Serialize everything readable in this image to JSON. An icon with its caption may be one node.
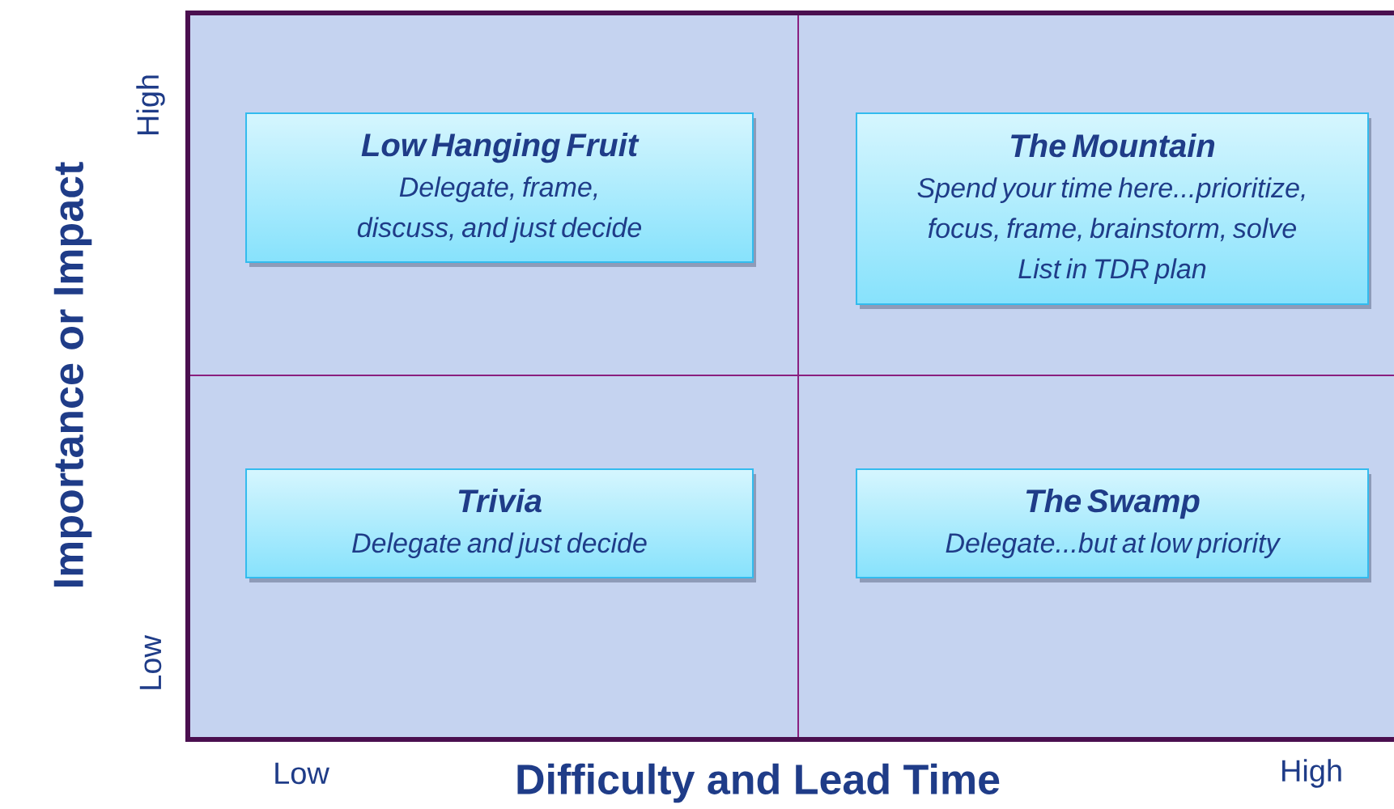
{
  "diagram": {
    "nodes": [
      {
        "text": [
          "Low Hanging Fruit",
          "Delegate, frame, discuss, and just decide"
        ]
      },
      {
        "text": [
          "The Mountain",
          "Spend your time here...prioritize, focus, frame, brainstorm, solve",
          "List in TDR plan"
        ]
      },
      {
        "text": [
          "Trivia",
          "Delegate and just decide"
        ]
      },
      {
        "text": [
          "The Swamp",
          "Delegate...but at low priority"
        ]
      }
    ],
    "labels": [
      "High",
      "Importance or Impact",
      "Low",
      "Low",
      "Difficulty and Lead Time",
      "High"
    ]
  }
}
